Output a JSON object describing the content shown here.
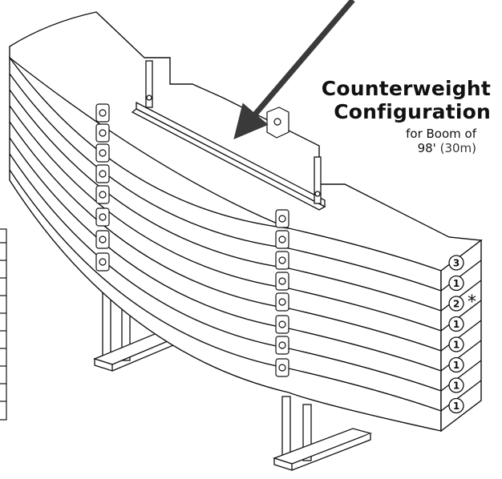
{
  "title": {
    "line1": "Counterweight",
    "line2": "Configuration"
  },
  "subtitle": {
    "line1": "for Boom of",
    "imperial": "98'",
    "metric": "(30m)"
  },
  "slab_labels": [
    "3",
    "1",
    "2",
    "1",
    "1",
    "1",
    "1",
    "1"
  ],
  "asterisk_note": "*",
  "colors": {
    "line": "#111111",
    "fill": "#ffffff",
    "accent": "#444444"
  }
}
